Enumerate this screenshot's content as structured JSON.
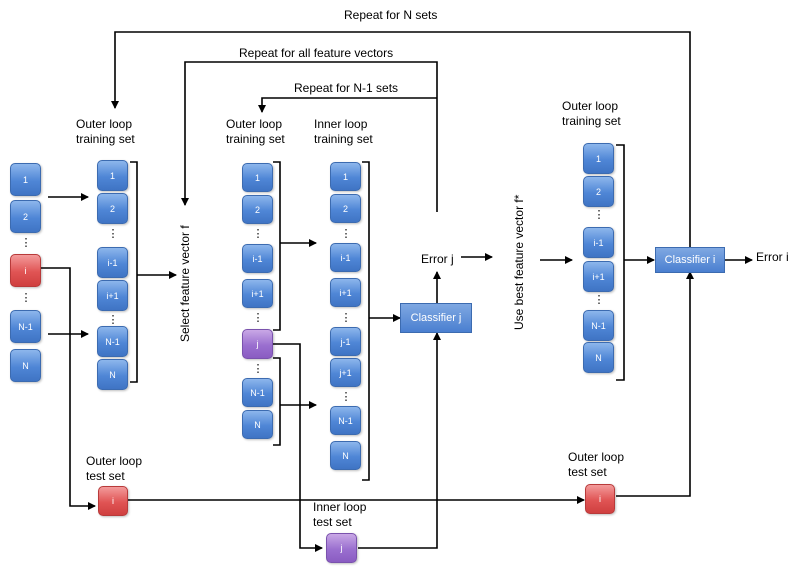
{
  "titles": {
    "repeat_n": "Repeat for N sets",
    "repeat_all": "Repeat for all feature vectors",
    "repeat_n1": "Repeat for N-1 sets"
  },
  "labels": {
    "outer_train_1": "Outer loop\ntraining set",
    "outer_train_2": "Outer loop\ntraining set",
    "inner_train": "Inner loop\ntraining set",
    "outer_train_3": "Outer loop\ntraining set",
    "outer_test_1": "Outer loop\ntest set",
    "outer_test_2": "Outer loop\ntest set",
    "inner_test": "Inner loop\ntest set",
    "select_fv": "Select feature vector  f",
    "use_best": "Use best feature vector  f*",
    "error_j": "Error j",
    "error_i": "Error i"
  },
  "classifiers": {
    "j": "Classifier j",
    "i": "Classifier i"
  },
  "dots": "⋮",
  "columns": {
    "c1": [
      "1",
      "2",
      "i",
      "N-1",
      "N"
    ],
    "c2": [
      "1",
      "2",
      "i-1",
      "i+1",
      "N-1",
      "N"
    ],
    "c3": [
      "1",
      "2",
      "i-1",
      "i+1",
      "j",
      "N-1",
      "N"
    ],
    "c4": [
      "1",
      "2",
      "i-1",
      "i+1",
      "j-1",
      "j+1",
      "N-1",
      "N"
    ],
    "c5": [
      "1",
      "2",
      "i-1",
      "i+1",
      "N-1",
      "N"
    ],
    "test_i_1": "i",
    "test_i_2": "i",
    "test_j": "j"
  },
  "colors": {
    "blue": "#4f86d6",
    "red": "#e05454",
    "purple": "#9a6fcf"
  }
}
